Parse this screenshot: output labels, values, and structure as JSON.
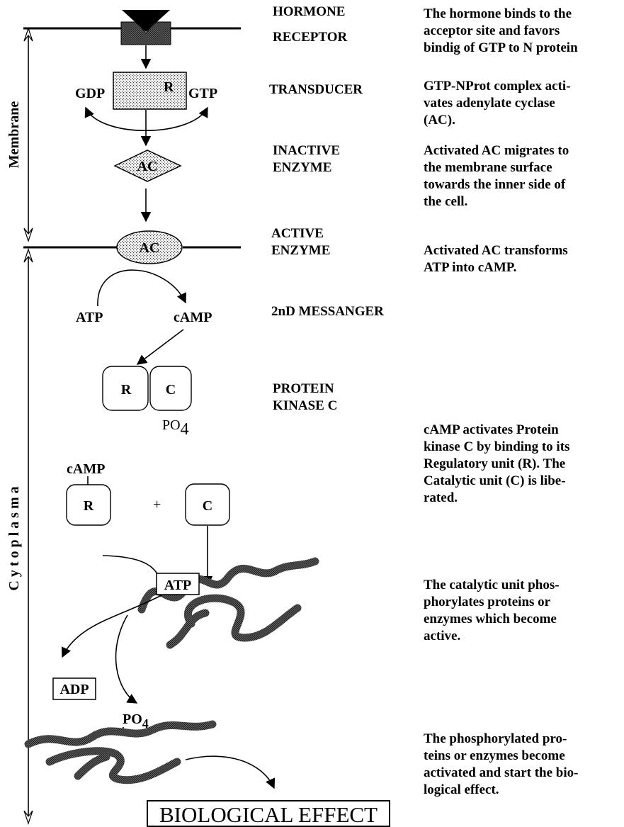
{
  "side_labels": {
    "membrane": "Membrane",
    "cytoplasm": "C y t o p l a s m a"
  },
  "stages": [
    {
      "lines": [
        "HORMONE",
        "RECEPTOR"
      ]
    },
    {
      "lines": [
        "TRANSDUCER"
      ]
    },
    {
      "lines": [
        "INACTIVE",
        "ENZYME"
      ]
    },
    {
      "lines": [
        "ACTIVE",
        "ENZYME"
      ]
    },
    {
      "lines": [
        "2nD MESSANGER"
      ]
    },
    {
      "lines": [
        "PROTEIN",
        "KINASE C"
      ]
    }
  ],
  "descriptions": [
    {
      "lines": [
        "The hormone binds to the",
        "acceptor site and favors",
        "bindig of GTP to N protein"
      ]
    },
    {
      "lines": [
        "GTP-NProt complex acti-",
        "vates adenylate cyclase",
        "(AC)."
      ]
    },
    {
      "lines": [
        "Activated  AC migrates to",
        "the membrane surface",
        "towards the inner side of",
        "the cell."
      ]
    },
    {
      "lines": [
        "Activated AC  transforms",
        "ATP into cAMP."
      ]
    },
    {
      "lines": [
        "cAMP activates Protein",
        "kinase C by binding to its",
        "Regulatory unit (R). The",
        "Catalytic unit (C) is libe-",
        "rated."
      ]
    },
    {
      "lines": [
        "The catalytic unit phos-",
        "phorylates proteins or",
        "enzymes which become",
        "active."
      ]
    },
    {
      "lines": [
        "The phosphorylated pro-",
        "teins or enzymes become",
        "activated and start the bio-",
        "logical effect."
      ]
    }
  ],
  "diagram": {
    "transducer_unit": "R",
    "gdp": "GDP",
    "gtp": "GTP",
    "inactive_ac": "AC",
    "active_ac": "AC",
    "atp": "ATP",
    "camp": "cAMP",
    "kinase_r": "R",
    "kinase_c": "C",
    "po4_base": "PO",
    "po4_sub": "4",
    "camp_bound": "cAMP",
    "split_r": "R",
    "plus": "+",
    "split_c": "C",
    "atp_box": "ATP",
    "adp_box": "ADP",
    "po4b_base": "PO",
    "po4b_sub": "4",
    "biological_effect": "BIOLOGICAL EFFECT"
  }
}
